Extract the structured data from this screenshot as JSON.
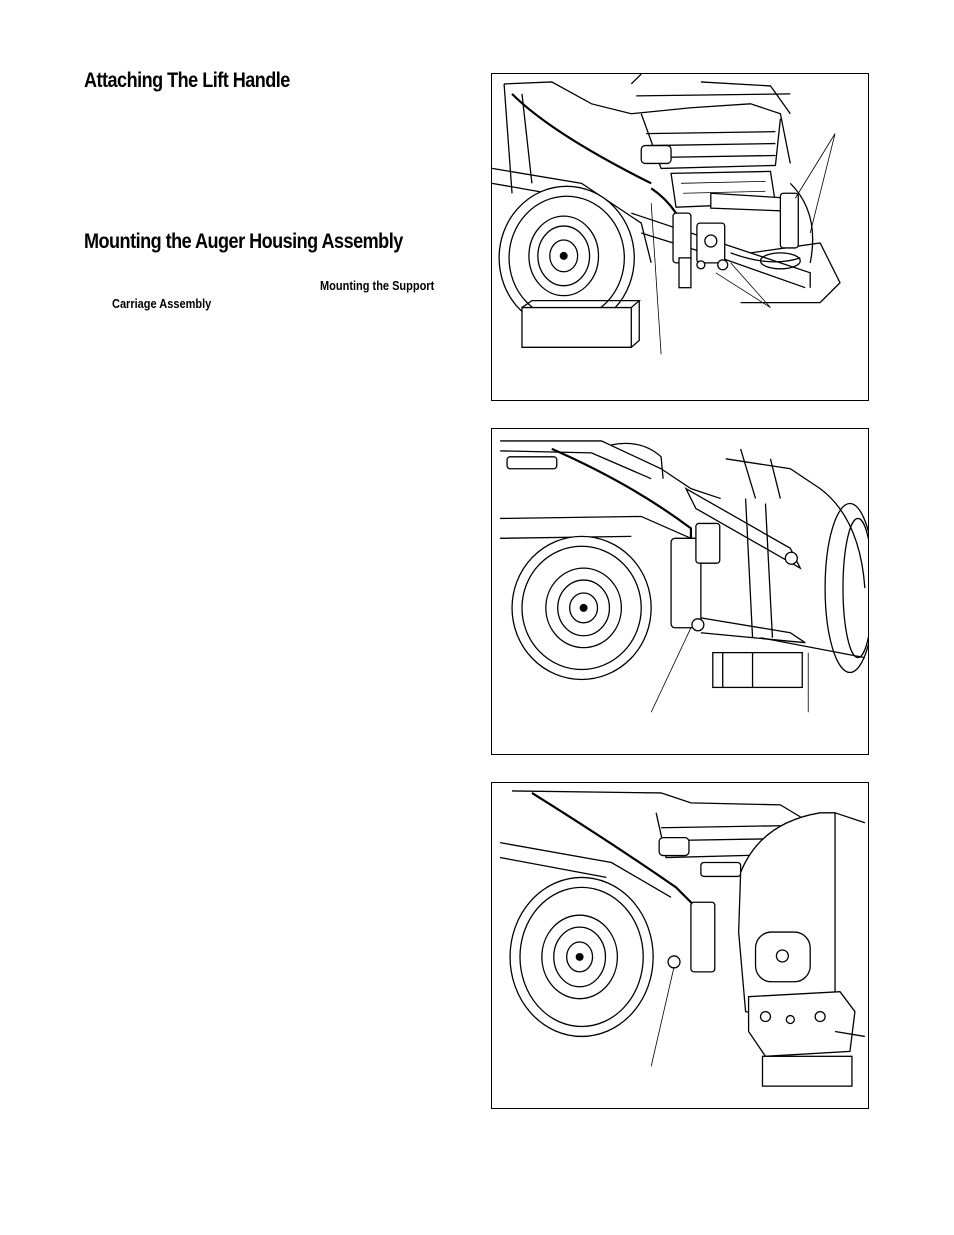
{
  "sections": {
    "lift_handle": {
      "heading": "Attaching The Lift Handle"
    },
    "auger_housing": {
      "heading": "Mounting the Auger Housing Assembly",
      "ref_line_1": "Mounting the Support",
      "ref_line_2": "Carriage Assembly"
    }
  },
  "figures": [
    {
      "label": "lift-handle-installation-illustration"
    },
    {
      "label": "auger-housing-alignment-illustration"
    },
    {
      "label": "auger-housing-mounted-illustration"
    }
  ]
}
